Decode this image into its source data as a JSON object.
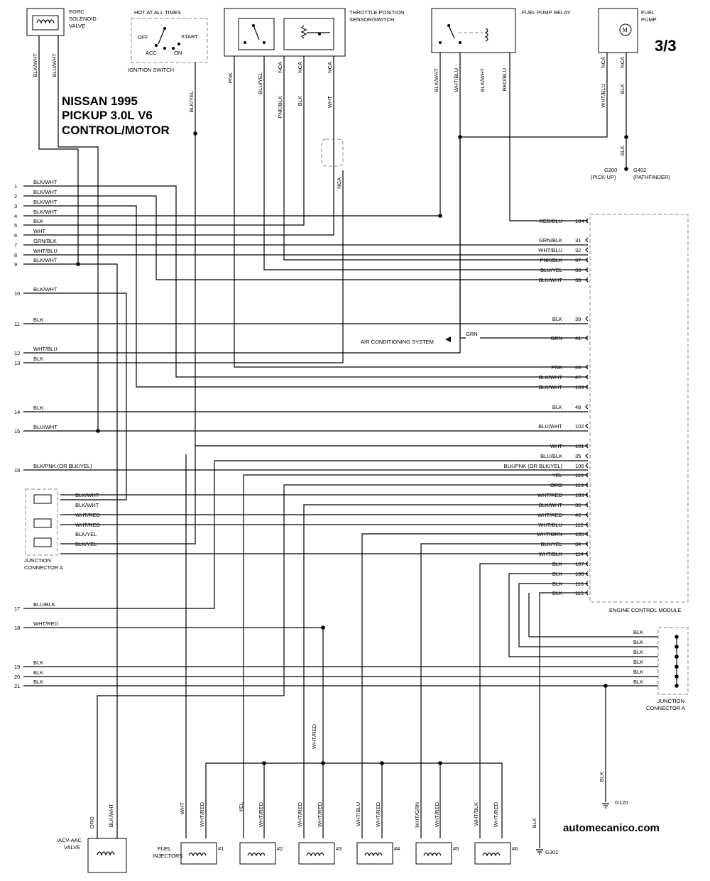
{
  "title": [
    "NISSAN 1995",
    "PICKUP 3.0L V6",
    "CONTROL/MOTOR"
  ],
  "page_number": "3/3",
  "watermark": "automecanico.com",
  "components": {
    "egrc": [
      "EGRC",
      "SOLENOID",
      "VALVE"
    ],
    "ignition": {
      "header": "HOT AT ALL TIMES",
      "positions": [
        "OFF",
        "START",
        "ACC",
        "ON"
      ],
      "name": "IGNITION SWITCH"
    },
    "tps": [
      "THROTTLE POSITION",
      "SENSOR/SWITCH"
    ],
    "relay": "FUEL PUMP RELAY",
    "pump": [
      "FUEL",
      "PUMP"
    ],
    "pump_symbol": "M",
    "ecm": "ENGINE CONTROL MODULE",
    "jca": [
      "JUNCTION",
      "CONNECTOR A"
    ],
    "ac": "AIR CONDITIONING SYSTEM",
    "iacv": [
      "IACV-AAC",
      "VALVE"
    ],
    "injectors": [
      "FUEL",
      "INJECTORS"
    ],
    "grounds": {
      "g200": [
        "G200",
        "(PICK-UP)"
      ],
      "g402": [
        "G402",
        "(PATHFINDER)"
      ],
      "g120": "G120",
      "g301": "G301"
    }
  },
  "top_wires": {
    "egrc": [
      "BLK/WHT",
      "BLU/WHT"
    ],
    "ignition": "BLK/YEL",
    "tps_top": [
      "PNK",
      "BLU/YEL",
      "NCA",
      "NCA",
      "NCA"
    ],
    "tps_bottom": [
      "PNK/BLK",
      "BLK",
      "WHT"
    ],
    "tps_shield": "NCA",
    "relay": [
      "BLK/WHT",
      "WHT/BLU",
      "BLK/WHT",
      "RED/BLU"
    ],
    "pump_top": [
      "NCA",
      "NCA"
    ],
    "pump_bottom": [
      "WHT/BLU",
      "BLK"
    ],
    "pump_ground": "BLK"
  },
  "left_rows": [
    {
      "num": "1",
      "color": "BLK/WHT"
    },
    {
      "num": "2",
      "color": "BLK/WHT"
    },
    {
      "num": "3",
      "color": "BLK/WHT"
    },
    {
      "num": "4",
      "color": "BLK/WHT"
    },
    {
      "num": "5",
      "color": "BLK"
    },
    {
      "num": "6",
      "color": "WHT"
    },
    {
      "num": "7",
      "color": "GRN/BLK"
    },
    {
      "num": "8",
      "color": "WHT/BLU"
    },
    {
      "num": "9",
      "color": "BLK/WHT"
    },
    {
      "num": "10",
      "color": "BLK/WHT"
    },
    {
      "num": "11",
      "color": "BLK"
    },
    {
      "num": "12",
      "color": "WHT/BLU"
    },
    {
      "num": "13",
      "color": "BLK"
    },
    {
      "num": "14",
      "color": "BLK"
    },
    {
      "num": "15",
      "color": "BLU/WHT"
    },
    {
      "num": "16",
      "color": "BLK/PNK (OR BLK/YEL)"
    },
    {
      "num": "17",
      "color": "BLU/BLK"
    },
    {
      "num": "18",
      "color": "WHT/RED"
    },
    {
      "num": "19",
      "color": "BLK"
    },
    {
      "num": "20",
      "color": "BLK"
    },
    {
      "num": "21",
      "color": "BLK"
    }
  ],
  "ecm_pins": [
    {
      "color": "RED/BLU",
      "pin": "104"
    },
    {
      "color": "GRN/BLK",
      "pin": "31"
    },
    {
      "color": "WHT/BLU",
      "pin": "32"
    },
    {
      "color": "PNK/BLK",
      "pin": "37"
    },
    {
      "color": "BLU/YEL",
      "pin": "33"
    },
    {
      "color": "BLK/WHT",
      "pin": "38"
    },
    {
      "color": "BLK",
      "pin": "39"
    },
    {
      "color": "GRN",
      "pin": "41"
    },
    {
      "color": "PNK",
      "pin": "44"
    },
    {
      "color": "BLK/WHT",
      "pin": "47"
    },
    {
      "color": "BLK/WHT",
      "pin": "109"
    },
    {
      "color": "BLK",
      "pin": "48"
    },
    {
      "color": "BLU/WHT",
      "pin": "102"
    },
    {
      "color": "WHT",
      "pin": "101"
    },
    {
      "color": "BLU/BLK",
      "pin": "35"
    },
    {
      "color": "BLK/PNK (OR BLK/YEL)",
      "pin": "106"
    },
    {
      "color": "YEL",
      "pin": "110"
    },
    {
      "color": "ORG",
      "pin": "113"
    },
    {
      "color": "WHT/RED",
      "pin": "103"
    },
    {
      "color": "BLK/WHT",
      "pin": "36"
    },
    {
      "color": "WHT/RED",
      "pin": "46"
    },
    {
      "color": "WHT/BLU",
      "pin": "112"
    },
    {
      "color": "WHT/GRN",
      "pin": "105"
    },
    {
      "color": "BLK/YEL",
      "pin": "34"
    },
    {
      "color": "WHT/BLK",
      "pin": "114"
    },
    {
      "color": "BLK",
      "pin": "107"
    },
    {
      "color": "BLK",
      "pin": "108"
    },
    {
      "color": "BLK",
      "pin": "116"
    },
    {
      "color": "BLK",
      "pin": "115"
    }
  ],
  "ac_wire": "GRN",
  "jca_left_wires": [
    "BLK/WHT",
    "BLK/WHT",
    "WHT/RED",
    "WHT/RED",
    "BLK/YEL",
    "BLK/YEL"
  ],
  "jca_right_wires": [
    "BLK",
    "BLK",
    "BLK",
    "BLK",
    "BLK",
    "BLK"
  ],
  "g120_wire": "BLK",
  "injector_bus_wire": "WHT/RED",
  "iacv_wires": [
    "ORG",
    "BLK/WHT"
  ],
  "g301_wire": "BLK",
  "injectors": [
    {
      "num": "#1",
      "wires": [
        "WHT",
        "WHT/RED"
      ]
    },
    {
      "num": "#2",
      "wires": [
        "YEL",
        "WHT/RED"
      ]
    },
    {
      "num": "#3",
      "wires": [
        "WHT/RED",
        "WHT/RED"
      ]
    },
    {
      "num": "#4",
      "wires": [
        "WHT/BLU",
        "WHT/RED"
      ]
    },
    {
      "num": "#5",
      "wires": [
        "WHT/GRN",
        "WHT/RED"
      ]
    },
    {
      "num": "#6",
      "wires": [
        "WHT/BLK",
        "WHT/RED"
      ]
    }
  ]
}
